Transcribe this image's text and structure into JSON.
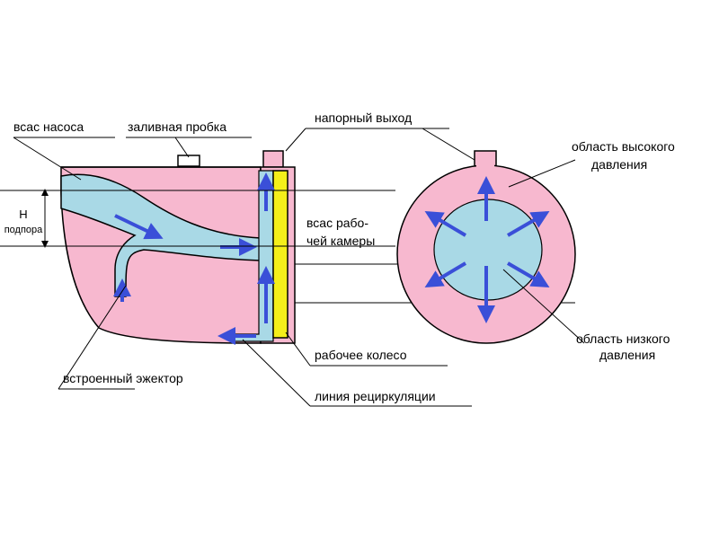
{
  "labels": {
    "pump_suction": "всас насоса",
    "filler_plug": "заливная пробка",
    "pressure_outlet": "напорный выход",
    "chamber_suction_1": "всас рабо-",
    "chamber_suction_2": "чей камеры",
    "built_in_ejector": "встроенный эжектор",
    "impeller": "рабочее колесо",
    "recirculation_line": "линия рециркуляции",
    "high_pressure_1": "область высокого",
    "high_pressure_2": "давления",
    "low_pressure_1": "область низкого",
    "low_pressure_2": "давления",
    "head_symbol": "Н",
    "head_caption": "подпора"
  },
  "colors": {
    "body_fill": "#f7b8cf",
    "flow_fill": "#a9d9e6",
    "impeller_fill": "#f5ef1a",
    "arrow": "#3a4fd8",
    "outline": "#000000",
    "inner_circle": "#a9d9e6"
  }
}
